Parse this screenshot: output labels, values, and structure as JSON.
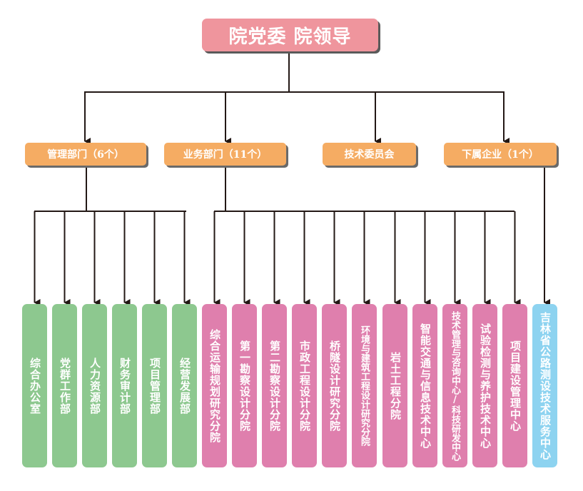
{
  "root": {
    "label": "院党委 院领导"
  },
  "level2": [
    {
      "id": "mgmt",
      "label": "管理部门（6个）"
    },
    {
      "id": "business",
      "label": "业务部门（11个）"
    },
    {
      "id": "tech-committee",
      "label": "技术委员会"
    },
    {
      "id": "subsidiary",
      "label": "下属企业（1个）"
    }
  ],
  "management_departments": [
    {
      "label": "综合办公室"
    },
    {
      "label": "党群工作部"
    },
    {
      "label": "人力资源部"
    },
    {
      "label": "财务审计部"
    },
    {
      "label": "项目管理部"
    },
    {
      "label": "经营发展部"
    }
  ],
  "business_departments": [
    {
      "label": "综合运输规划研究分院"
    },
    {
      "label": "第一勘察设计分院"
    },
    {
      "label": "第二勘察设计分院"
    },
    {
      "label": "市政工程设计分院"
    },
    {
      "label": "桥隧设计研究分院"
    },
    {
      "label": "环境与建筑工程设计研究分院"
    },
    {
      "label": "岩土工程分院"
    },
    {
      "label": "智能交通与信息技术中心"
    },
    {
      "label": "技术管理与咨询中心/科技研发中心"
    },
    {
      "label": "试验检测与养护技术中心"
    },
    {
      "label": "项目建设管理中心"
    }
  ],
  "subsidiaries": [
    {
      "label": "吉林省公路测设技术服务中心"
    }
  ],
  "colors": {
    "root": "#ef959d",
    "level2": "#f5ac63",
    "management": "#8dc88f",
    "business": "#df7fad",
    "subsidiary": "#8dd3f0",
    "connector": "#231815"
  }
}
